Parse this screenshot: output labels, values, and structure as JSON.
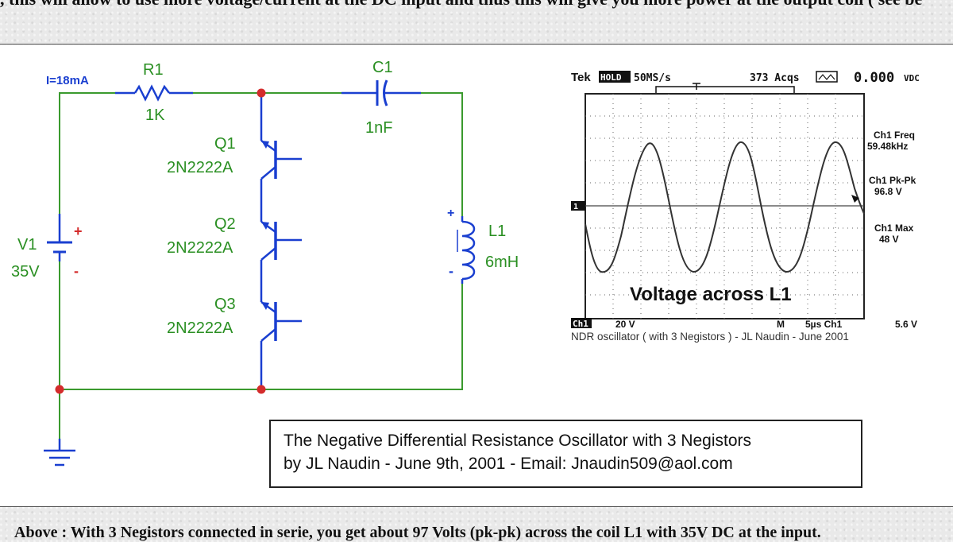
{
  "page": {
    "top_text": ", this will allow to use more voltage/current at the DC input and thus this will give you more power at the output coil ( see be",
    "bottom_text": "Above : With 3 Negistors connected in serie, you get about 97 Volts (pk-pk) across the coil L1 with 35V DC at the input."
  },
  "schematic": {
    "current": "I=18mA",
    "r1_name": "R1",
    "r1_value": "1K",
    "c1_name": "C1",
    "c1_value": "1nF",
    "v1_name": "V1",
    "v1_value": "35V",
    "v1_plus": "+",
    "v1_minus": "-",
    "q1_name": "Q1",
    "q1_type": "2N2222A",
    "q2_name": "Q2",
    "q2_type": "2N2222A",
    "q3_name": "Q3",
    "q3_type": "2N2222A",
    "l1_name": "L1",
    "l1_value": "6mH",
    "l1_plus": "+",
    "l1_minus": "-"
  },
  "scope": {
    "brand": "Tek",
    "hold_badge": "HOLD",
    "sample_rate": "50MS/s",
    "acqs": "373 Acqs",
    "dc_value": "0.000",
    "dc_unit": "VDC",
    "ch_marker": "1",
    "freq_label": "Ch1 Freq",
    "freq_value": "59.48kHz",
    "pkpk_label": "Ch1 Pk-Pk",
    "pkpk_value": "96.8 V",
    "max_label": "Ch1 Max",
    "max_value": "48 V",
    "trace_label": "Voltage across L1",
    "bottom_ch": "Ch1",
    "bottom_volts": "20 V",
    "bottom_m": "M",
    "bottom_time": "5µs Ch1",
    "bottom_trig": "5.6 V",
    "caption": "NDR oscillator ( with 3 Negistors ) - JL Naudin - June 2001"
  },
  "title_box": {
    "line1": "The Negative Differential Resistance Oscillator with 3 Negistors",
    "line2": "by JL Naudin - June 9th, 2001 - Email: Jnaudin509@aol.com"
  },
  "colors": {
    "wire": "#3a9a2e",
    "component": "#1a3fd0",
    "node": "#d42c2c",
    "label_green": "#2a8f22"
  }
}
